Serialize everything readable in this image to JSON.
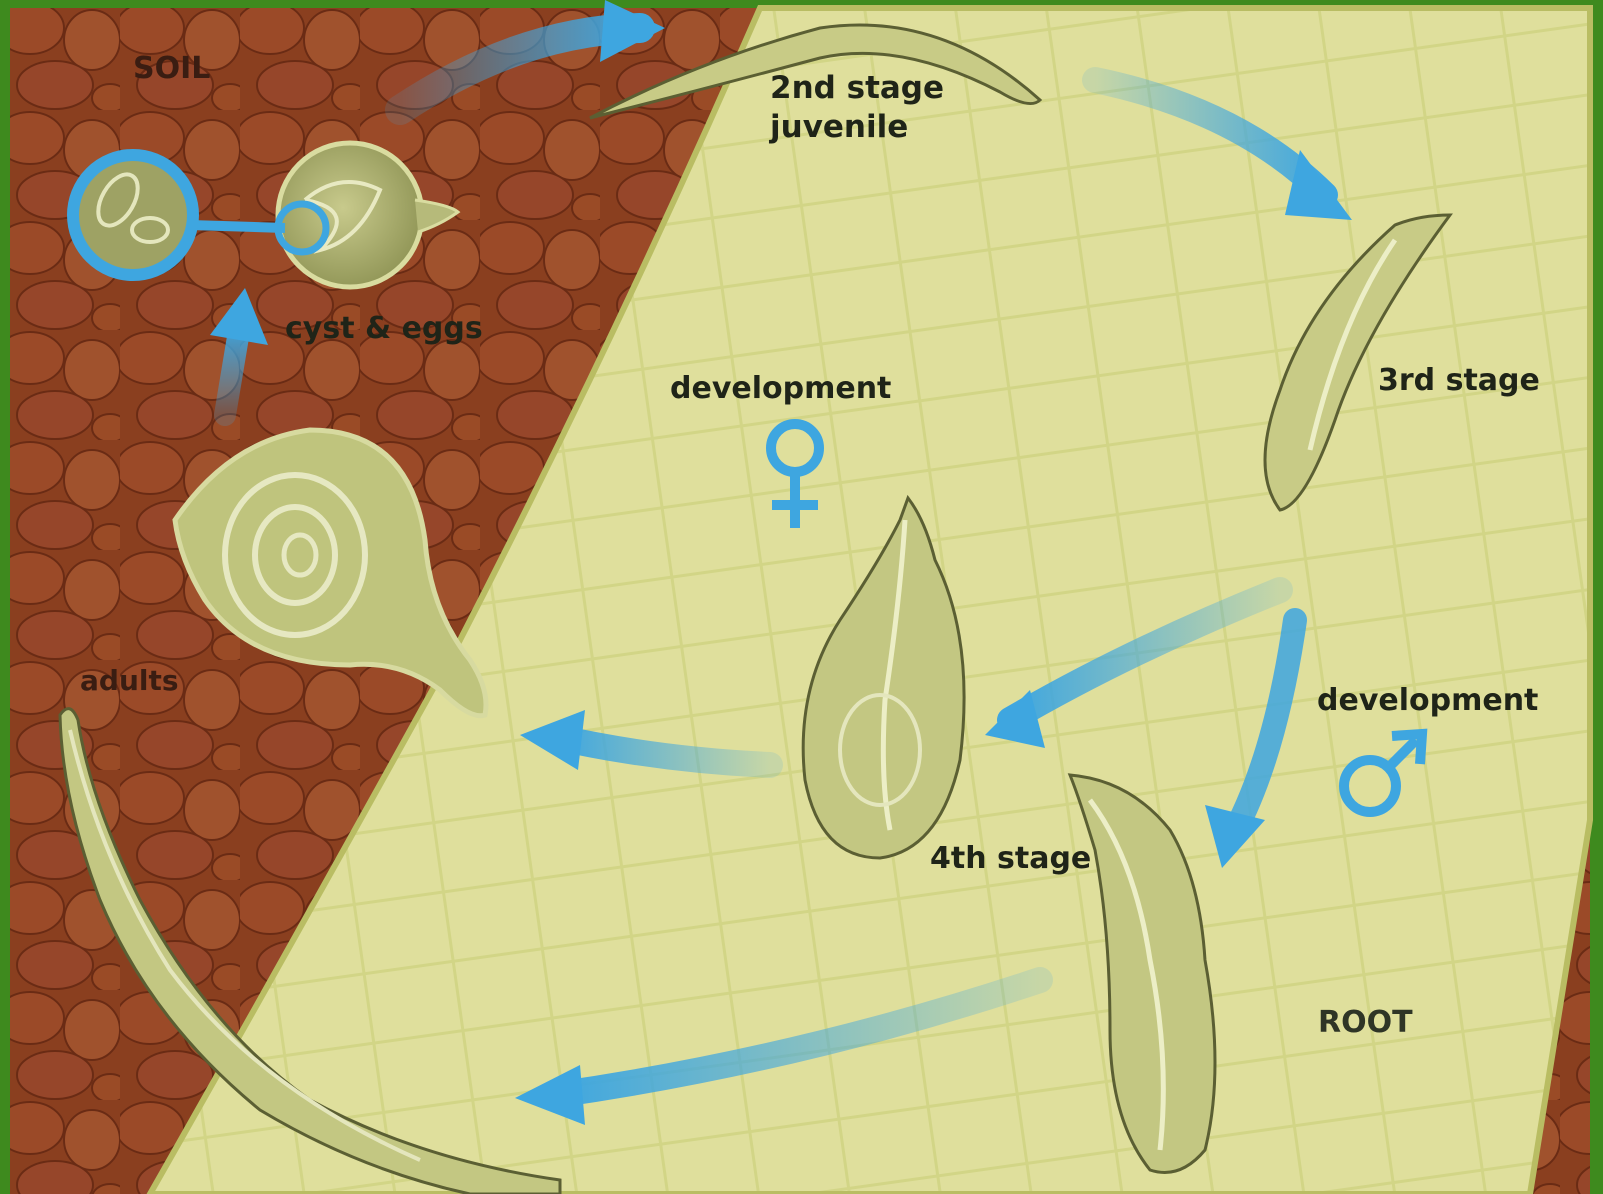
{
  "figure": {
    "labels": {
      "soil": "SOIL",
      "second_stage_line1": "2nd stage",
      "second_stage_line2": "juvenile",
      "cyst_eggs": "cyst & eggs",
      "development_female": "development",
      "third_stage": "3rd stage",
      "development_male": "development",
      "adults": "adults",
      "fourth_stage": "4th stage",
      "root": "ROOT"
    },
    "symbols": {
      "female": "female-symbol",
      "male": "male-symbol"
    },
    "colors": {
      "frame": "#3e8a1e",
      "soil": "#8a3f1f",
      "soil_particle": "#9b4c2a",
      "root": "#dede9a",
      "arrow": "#3ea6e0",
      "nematode_body": "#c9cc8a",
      "nematode_outline": "#5b5f33"
    }
  }
}
